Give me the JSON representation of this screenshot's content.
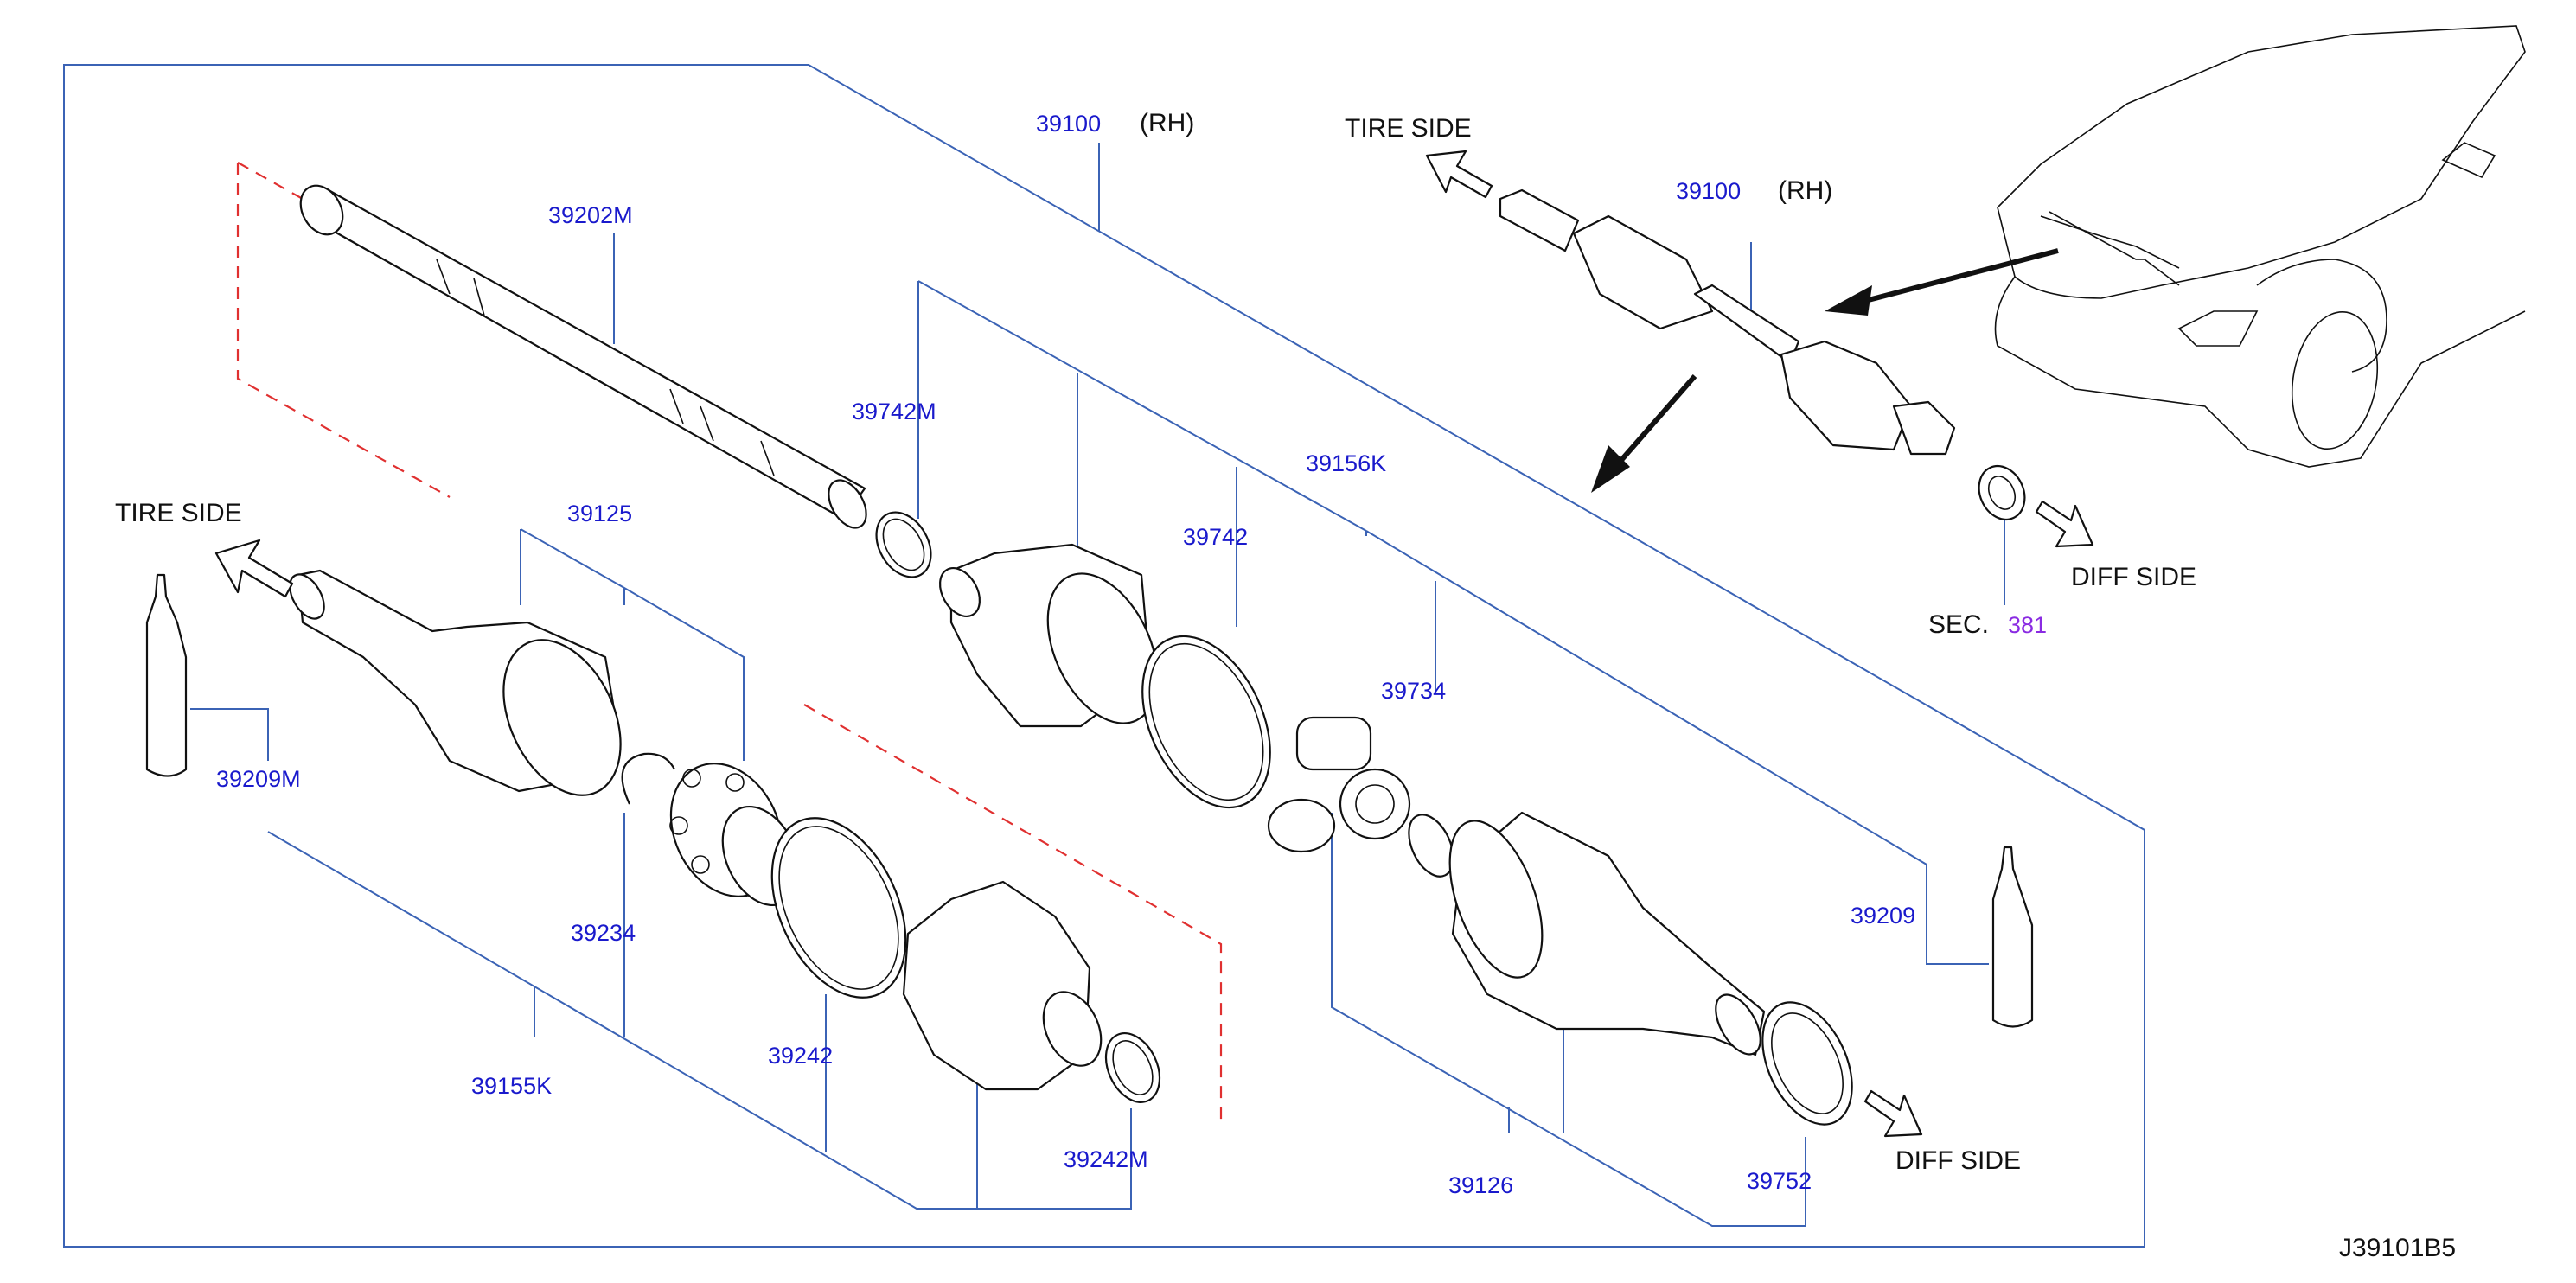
{
  "labels": {
    "p39100_main": "39100",
    "rh_main": "(RH)",
    "p39100_inset": "39100",
    "rh_inset": "(RH)",
    "p39202M": "39202M",
    "p39742M": "39742M",
    "p39156K": "39156K",
    "p39742": "39742",
    "p39125": "39125",
    "p39734": "39734",
    "p39209M": "39209M",
    "p39234": "39234",
    "p39209": "39209",
    "p39242": "39242",
    "p39155K": "39155K",
    "p39242M": "39242M",
    "p39126": "39126",
    "p39752": "39752",
    "sec_prefix": "SEC.",
    "sec_num": "381",
    "tire_side_left": "TIRE   SIDE",
    "tire_side_top": "TIRE   SIDE",
    "diff_side_top": "DIFF   SIDE",
    "diff_side_bottom": "DIFF   SIDE",
    "code": "J39101B5"
  },
  "colors": {
    "part_number": "#1a1acc",
    "sec_number": "#8a2be2",
    "leader": "#3b63b5",
    "dashed": "#e03030",
    "outline": "#111111"
  }
}
